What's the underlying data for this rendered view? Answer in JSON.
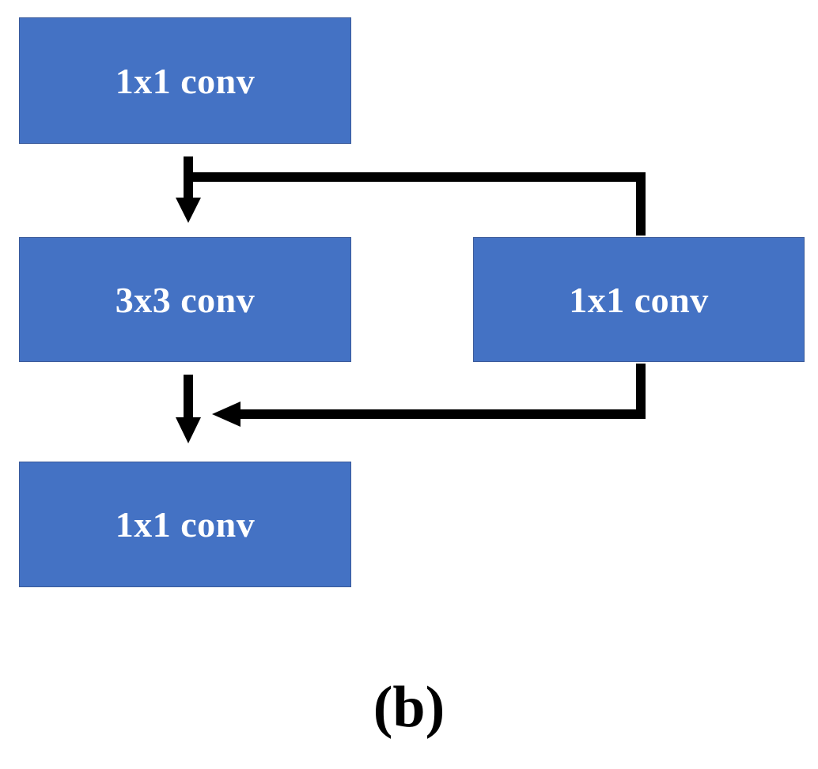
{
  "colors": {
    "block_fill": "#4472c4",
    "block_text": "#ffffff",
    "arrow": "#000000"
  },
  "blocks": [
    {
      "label": "1x1 conv"
    },
    {
      "label": "3x3 conv"
    },
    {
      "label": "1x1 conv"
    },
    {
      "label": "1x1 conv"
    }
  ],
  "caption": "(b)"
}
